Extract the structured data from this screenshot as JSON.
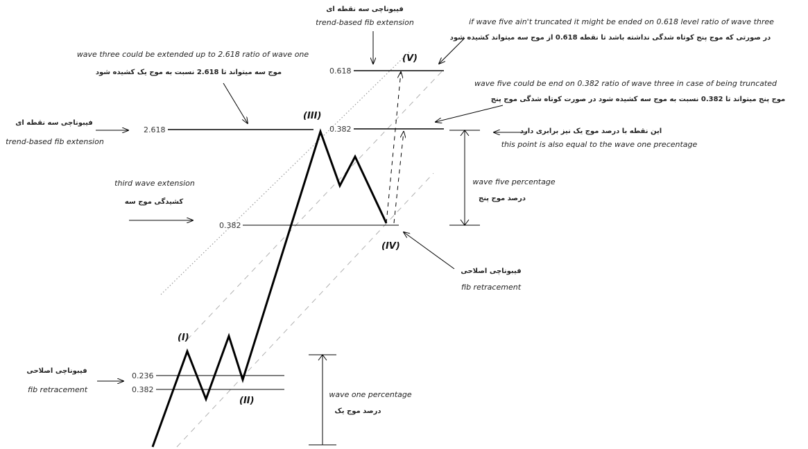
{
  "levels": {
    "top_0618": "0.618",
    "top_0382": "0.382",
    "left_2618": "2.618",
    "mid_0382": "0.382",
    "low_0236": "0.236",
    "low_0382": "0.382"
  },
  "waves": {
    "w1": "(I)",
    "w2": "(II)",
    "w3": "(III)",
    "w4": "(IV)",
    "w5": "(V)"
  },
  "annotations": {
    "top_center_fa": "فیبوناچی سه نقطه ای",
    "top_center_en": "trend-based fib extension",
    "top_right_en": "if wave five ain't truncated it might be ended on 0.618 level ratio of wave three",
    "top_right_fa": "در صورتی که موج پنج کوتاه شدگی نداشته باشد تا نقطه 0.618 از موج سه میتواند کشیده شود",
    "w3_ext_en": "wave three could be extended up to 2.618 ratio of wave one",
    "w3_ext_fa": "موج سه میتواند تا 2.618 نسبت به موج یک کشیده شود",
    "truncated_en": "wave five could be end on 0.382 ratio of wave three in case of being truncated",
    "truncated_fa": "موج پنج میتواند تا 0.382 نسبت به موج سه کشیده شود در صورت کوتاه شدگی موج پنج",
    "left_fa": "فیبوناچی سه نقطه ای",
    "left_en": "trend-based fib extension",
    "equal_fa": "این نقطه با درصد موج یک نیز برابری دارد",
    "equal_en": "this point is also equal to the wave one precentage",
    "third_ext_en": "third wave extension",
    "third_ext_fa": "کشیدگی موج سه",
    "w5_pct_en": "wave five percentage",
    "w5_pct_fa": "درصد موج پنج",
    "retr_right_fa": "فیبوناچی اصلاحی",
    "retr_right_en": "fib retracement",
    "retr_left_fa": "فیبوناچی اصلاحی",
    "retr_left_en": "fib retracement",
    "w1_pct_en": "wave one percentage",
    "w1_pct_fa": "درصد موج یک"
  },
  "colors": {
    "line": "#000000",
    "channel": "#b0b0b0",
    "text": "#222222"
  }
}
